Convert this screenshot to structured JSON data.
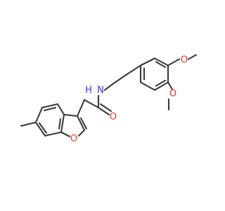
{
  "molecule": {
    "atoms": {
      "o_methoxy_top": "O",
      "o_methoxy_bottom": "O",
      "n_amide": "N",
      "h_amide": "H",
      "o_carbonyl": "O",
      "o_furan": "O"
    },
    "colors": {
      "bond": "#3a3a3a",
      "oxygen": "#e8322c",
      "nitrogen": "#3333ee"
    }
  }
}
